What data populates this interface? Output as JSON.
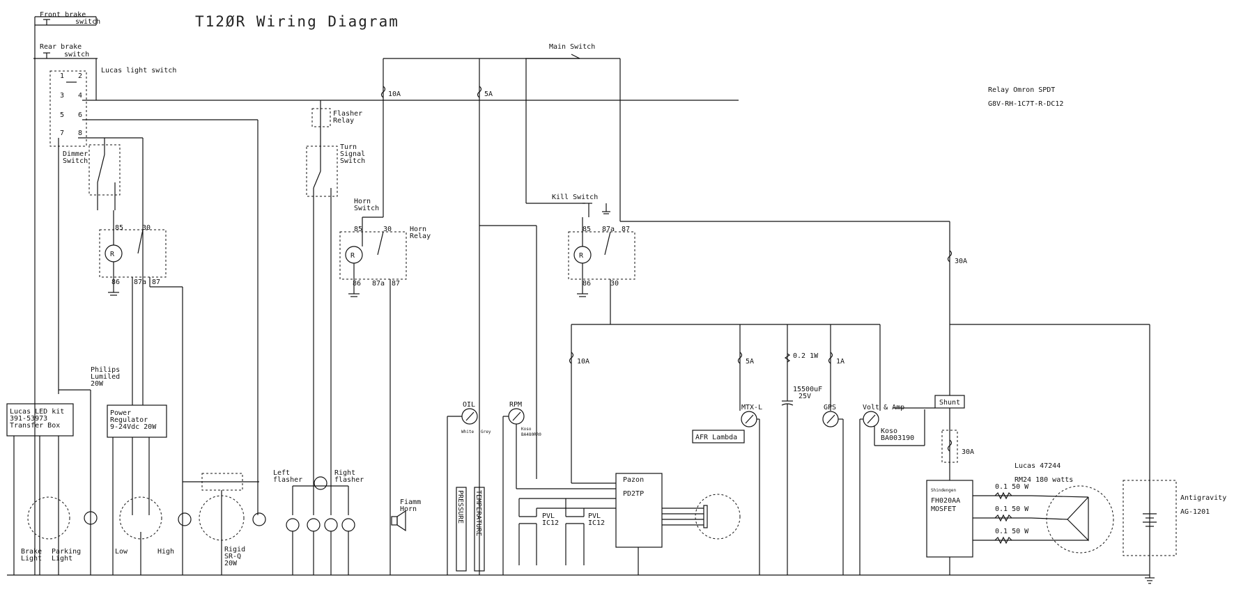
{
  "title": "T12ØR Wiring Diagram",
  "labels": {
    "front_brake": "Front brake",
    "front_brake2": "switch",
    "rear_brake": "Rear brake",
    "rear_brake2": "switch",
    "lucas_light_switch": "Lucas light switch",
    "dimmer": "Dimmer",
    "dimmer2": "Switch",
    "flasher_relay": "Flasher",
    "flasher_relay2": "Relay",
    "turn_signal": "Turn",
    "turn_signal2": "Signal",
    "turn_signal3": "Switch",
    "horn_switch": "Horn",
    "horn_switch2": "Switch",
    "horn_relay": "Horn",
    "horn_relay2": "Relay",
    "main_switch": "Main Switch",
    "kill_switch": "Kill Switch",
    "relay_omron": "Relay Omron SPDT",
    "relay_part": "G8V-RH-1C7T-R-DC12",
    "philips": "Philips",
    "philips2": "Lumiled",
    "philips3": "20W",
    "lucas_led": "Lucas LED kit",
    "lucas_led2": "391-53973",
    "lucas_led3": "Transfer Box",
    "power_reg": "Power",
    "power_reg2": "Regulator",
    "power_reg3": "9-24Vdc 20W",
    "brake_light": "Brake",
    "brake_light2": "Light",
    "parking_light": "Parking",
    "parking_light2": "Light",
    "low": "Low",
    "high": "High",
    "rigid": "Rigid",
    "rigid2": "SR-Q",
    "rigid3": "20W",
    "left_flasher": "Left",
    "left_flasher2": "flasher",
    "right_flasher": "Right",
    "right_flasher2": "flasher",
    "fiamm": "Fiamm",
    "fiamm2": "Horn",
    "oil": "OIL",
    "rpm": "RPM",
    "koso1": "Koso",
    "koso1b": "BA480RR0",
    "pressure": "PRESSURE",
    "temperature": "TEMPERATURE",
    "pvl1": "PVL",
    "pvl1b": "IC12",
    "pvl2": "PVL",
    "pvl2b": "IC12",
    "pazon": "Pazon",
    "pazon2": "PD2TP",
    "mtx": "MTX-L",
    "afr": "AFR Lambda",
    "gps": "GPS",
    "volt": "Volt & Amp",
    "koso2": "Koso",
    "koso2b": "BA003190",
    "shunt": "Shunt",
    "fuse_30a_b": "30A",
    "shindengen": "Shindengen",
    "shindengen2": "FH020AA",
    "shindengen3": "MOSFET",
    "lucas_alt": "Lucas 47244",
    "lucas_alt2": "RM24 180 watts",
    "res1": "0.1 50 W",
    "res2": "0.1 50 W",
    "res3": "0.1 50 W",
    "antigravity": "Antigravity",
    "antigravity2": "AG-1201",
    "fuse_10a": "10A",
    "fuse_5a": "5A",
    "fuse_30a": "30A",
    "fuse_10a_2": "10A",
    "fuse_5a_2": "5A",
    "res_small": "0.2 1W",
    "fuse_1a": "1A",
    "cap": "15500uF",
    "cap2": "25V",
    "white": "White",
    "grey": "Grey"
  },
  "pins": {
    "p1": "1",
    "p2": "2",
    "p3": "3",
    "p4": "4",
    "p5": "5",
    "p6": "6",
    "p7": "7",
    "p8": "8",
    "r85a": "85",
    "r30a": "30",
    "r86a": "86",
    "r87aa": "87a",
    "r87a": "87",
    "r85b": "85",
    "r30b": "30",
    "r86b": "86",
    "r87ab": "87a",
    "r87b": "87",
    "r85c": "85",
    "r87ac": "87a",
    "r87c": "87",
    "r86c": "86",
    "r30c": "30",
    "relay_symbol": "R"
  }
}
